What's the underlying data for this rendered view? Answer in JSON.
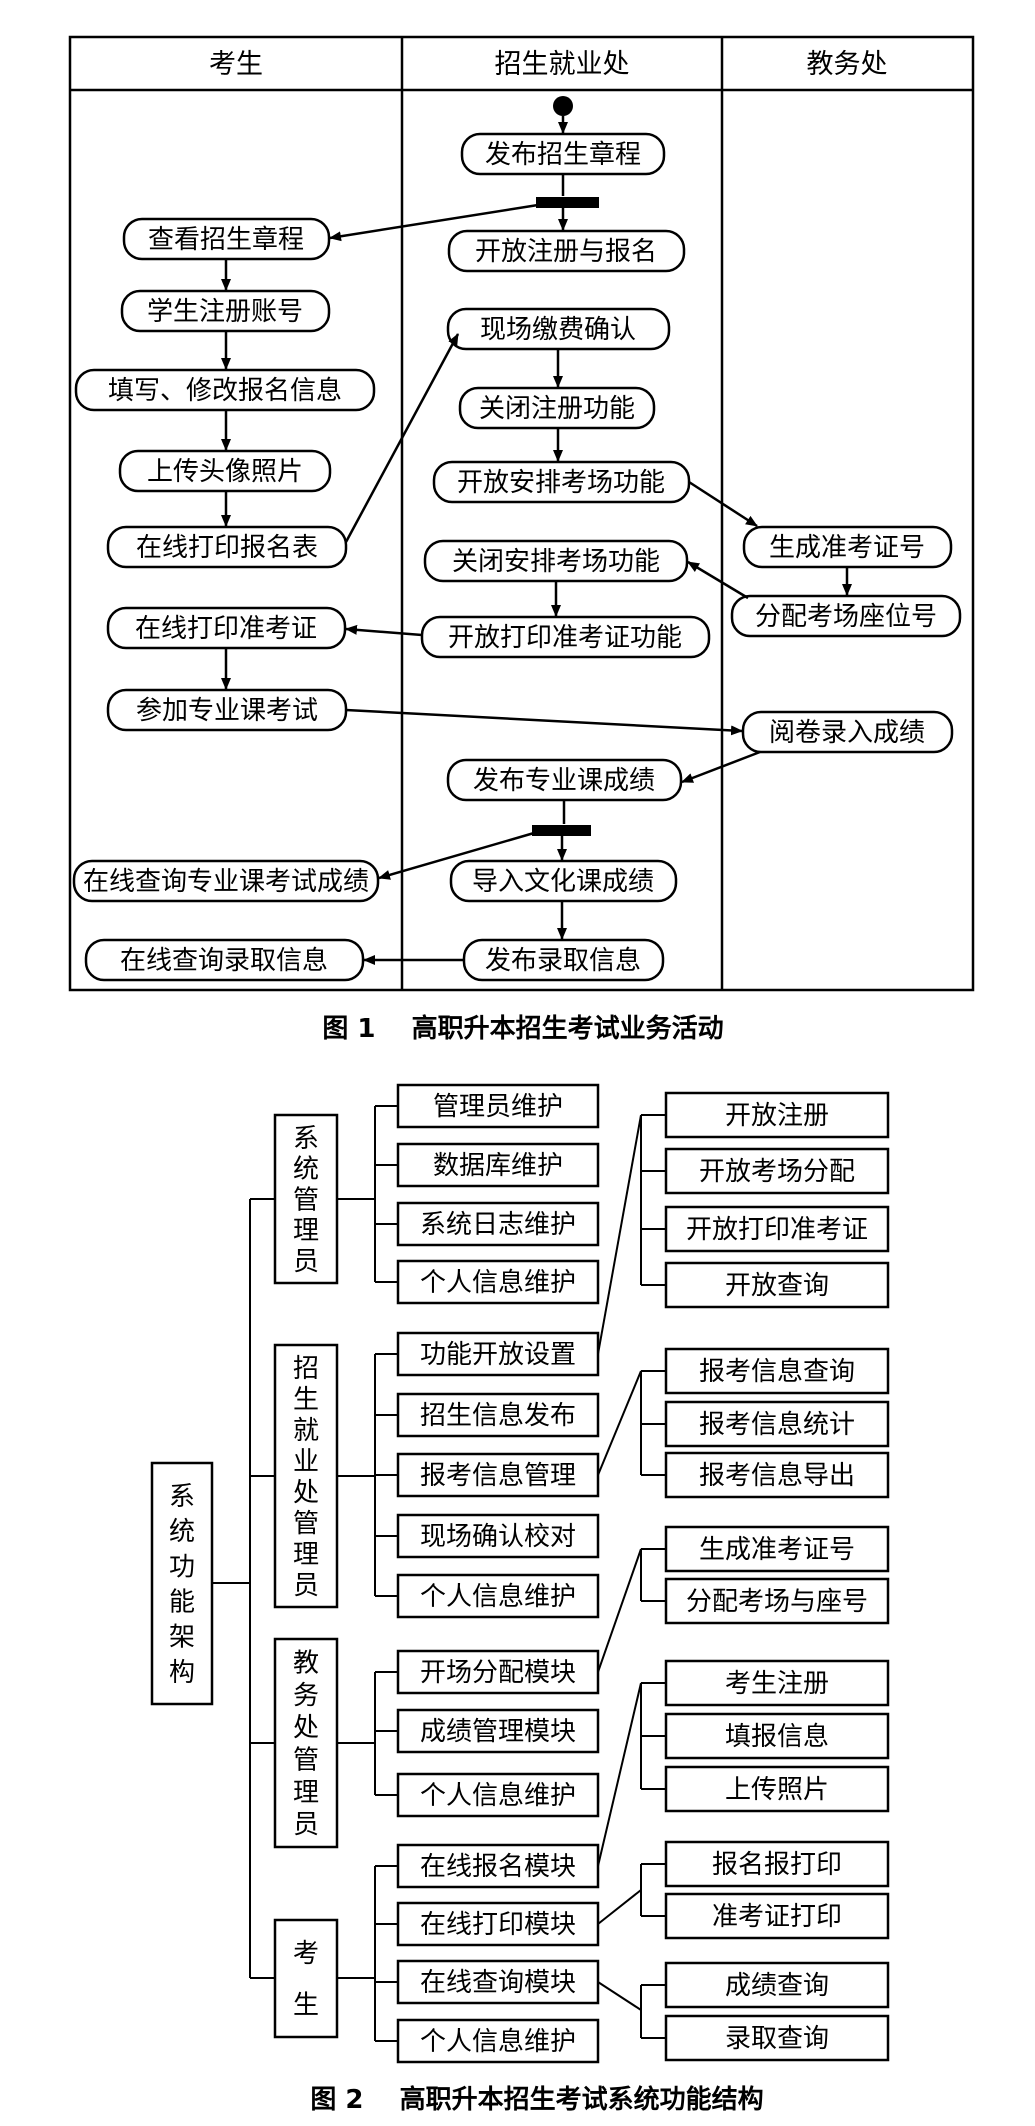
{
  "figure1": {
    "lanes": [
      "考生",
      "招生就业处",
      "教务处"
    ],
    "nodes": {
      "publish_rules": "发布招生章程",
      "view_rules": "查看招生章程",
      "open_reg": "开放注册与报名",
      "register": "学生注册账号",
      "fill_info": "填写、修改报名信息",
      "upload_photo": "上传头像照片",
      "print_form": "在线打印报名表",
      "onsite_pay": "现场缴费确认",
      "close_reg": "关闭注册功能",
      "open_arrange": "开放安排考场功能",
      "gen_ticket_no": "生成准考证号",
      "assign_seat": "分配考场座位号",
      "close_arrange": "关闭安排考场功能",
      "open_print_ticket": "开放打印准考证功能",
      "print_ticket": "在线打印准考证",
      "take_exam": "参加专业课考试",
      "grade": "阅卷录入成绩",
      "publish_scores": "发布专业课成绩",
      "query_scores": "在线查询专业课考试成绩",
      "import_culture": "导入文化课成绩",
      "publish_admission": "发布录取信息",
      "query_admission": "在线查询录取信息"
    },
    "caption": "图 1    高职升本招生考试业务活动"
  },
  "figure2": {
    "root": "系统功能架构",
    "roles": [
      {
        "name": "系统管理员",
        "modules": [
          "管理员维护",
          "数据库维护",
          "系统日志维护",
          "个人信息维护"
        ]
      },
      {
        "name": "招生就业处管理员",
        "modules": [
          "功能开放设置",
          "招生信息发布",
          "报考信息管理",
          "现场确认校对",
          "个人信息维护"
        ]
      },
      {
        "name": "教务处管理员",
        "modules": [
          "开场分配模块",
          "成绩管理模块",
          "个人信息维护"
        ]
      },
      {
        "name": "考生",
        "modules": [
          "在线报名模块",
          "在线打印模块",
          "在线查询模块",
          "个人信息维护"
        ]
      }
    ],
    "subgroups": [
      {
        "parent": "功能开放设置",
        "items": [
          "开放注册",
          "开放考场分配",
          "开放打印准考证",
          "开放查询"
        ]
      },
      {
        "parent": "报考信息管理",
        "items": [
          "报考信息查询",
          "报考信息统计",
          "报考信息导出"
        ]
      },
      {
        "parent": "开场分配模块",
        "items": [
          "生成准考证号",
          "分配考场与座号"
        ]
      },
      {
        "parent": "在线报名模块",
        "items": [
          "考生注册",
          "填报信息",
          "上传照片"
        ]
      },
      {
        "parent": "在线打印模块",
        "items": [
          "报名报打印",
          "准考证打印"
        ]
      },
      {
        "parent": "在线查询模块",
        "items": [
          "成绩查询",
          "录取查询"
        ]
      }
    ],
    "caption": "图 2    高职升本招生考试系统功能结构"
  }
}
